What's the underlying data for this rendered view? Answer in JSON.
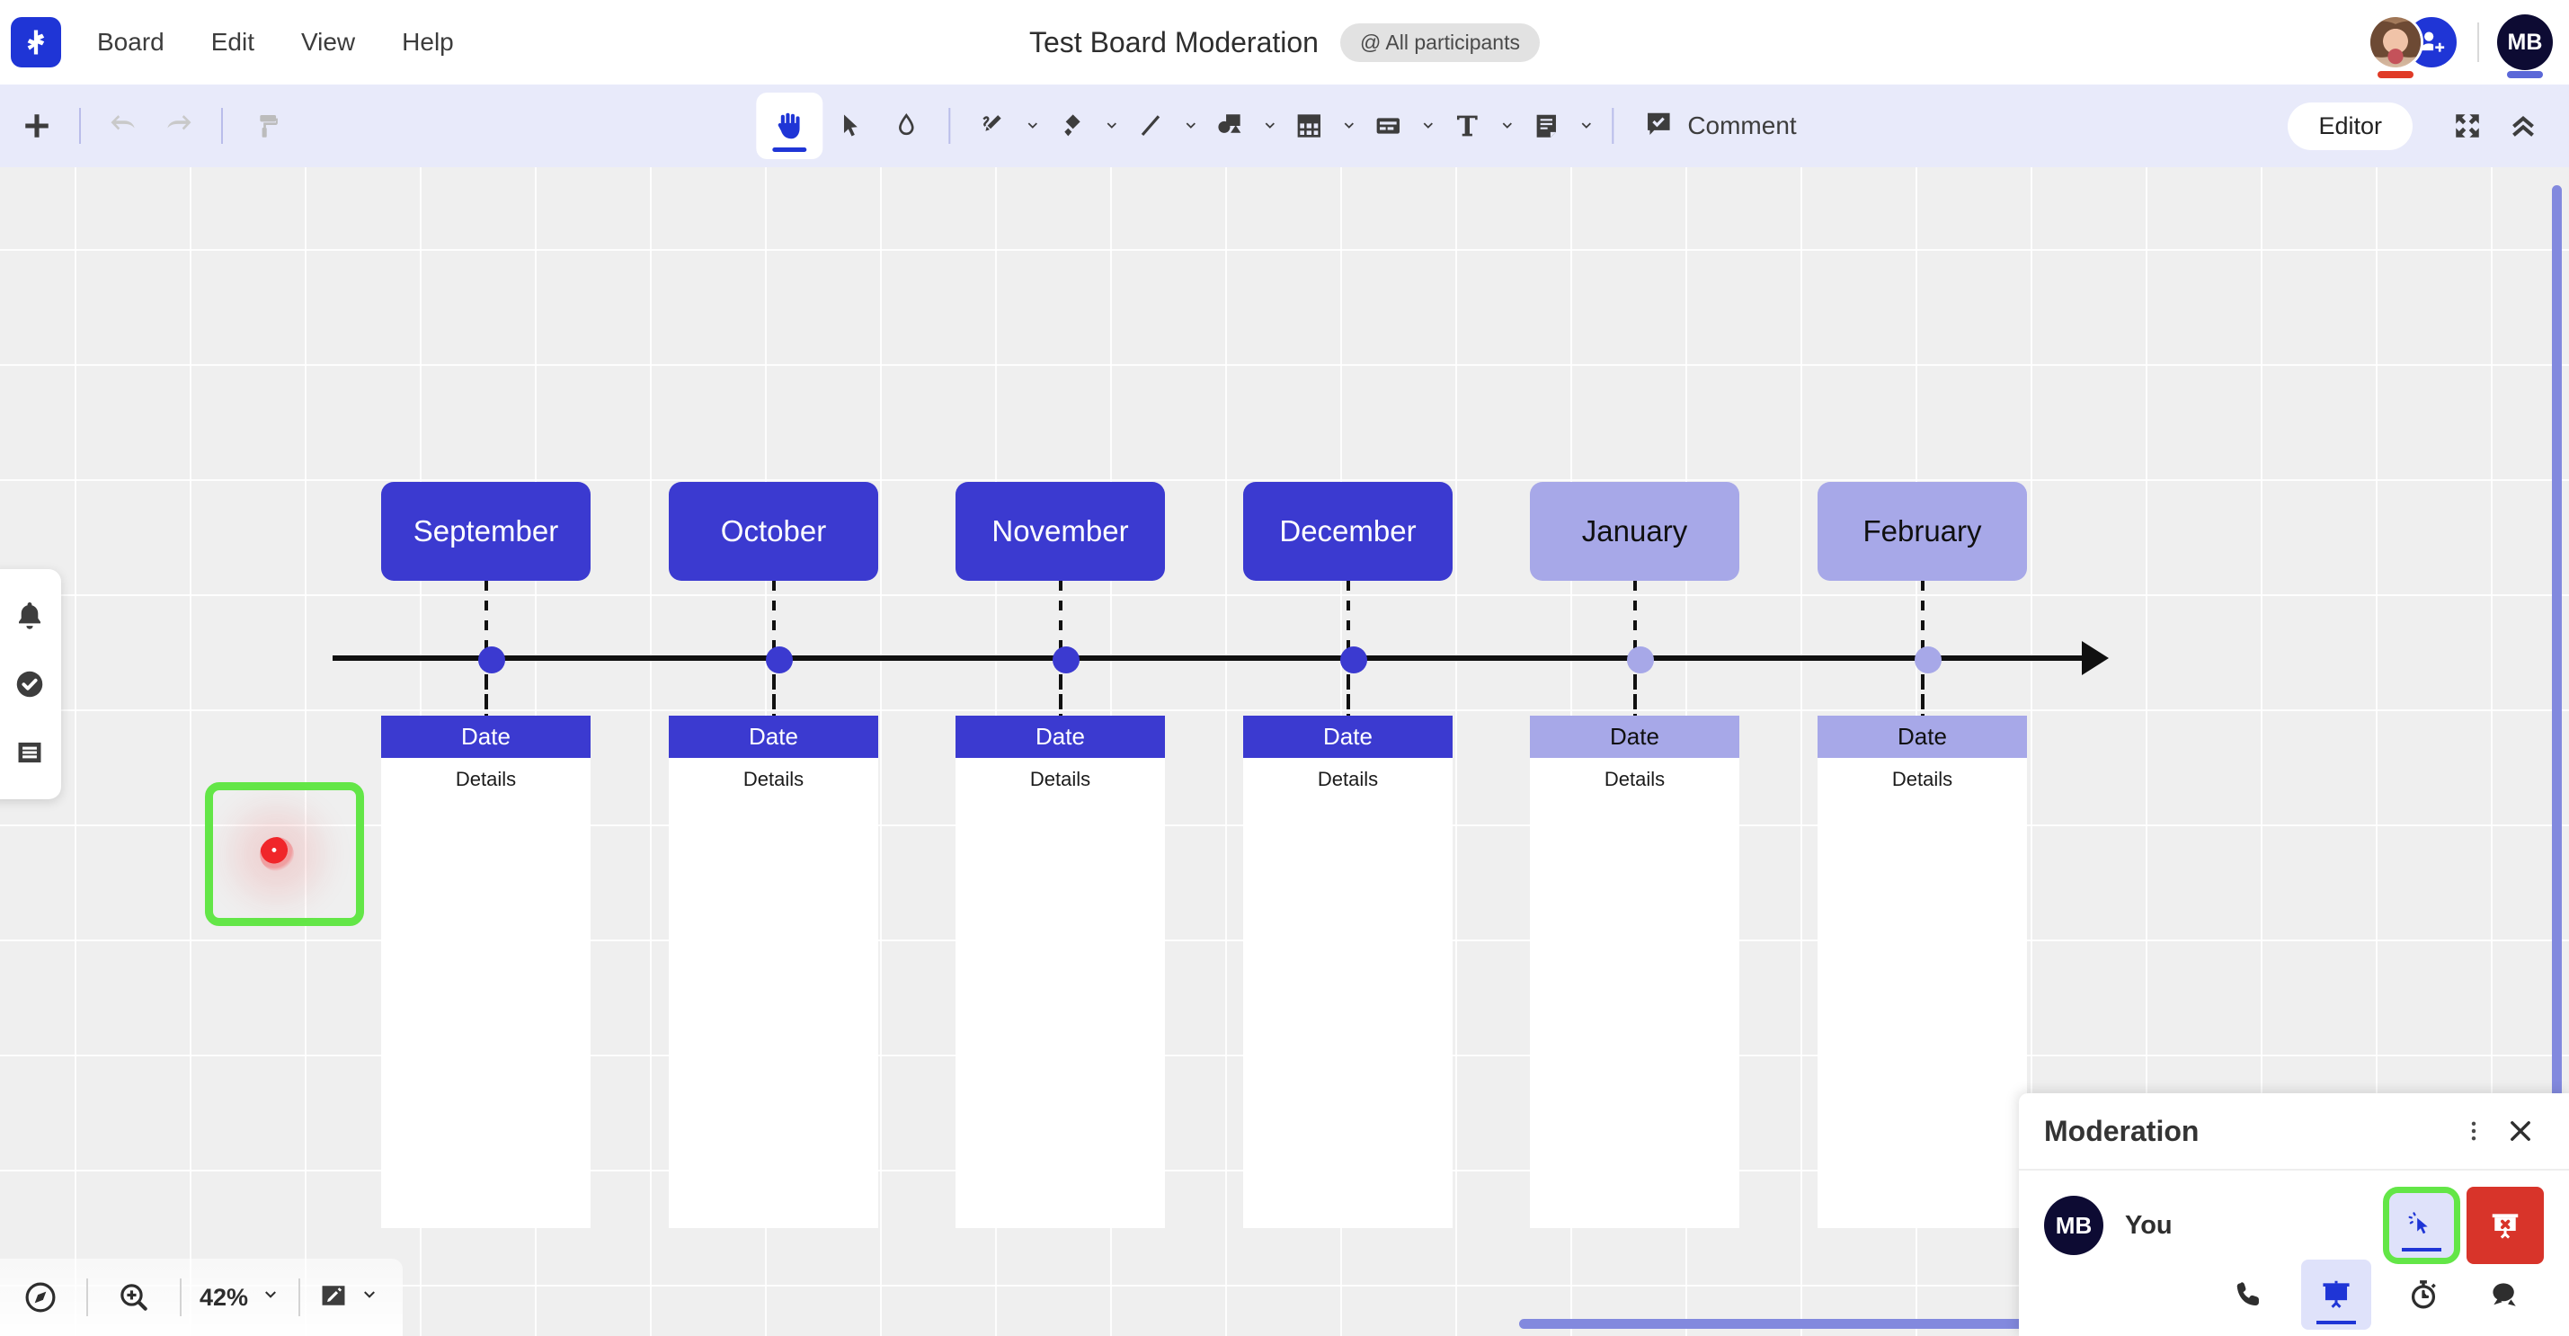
{
  "app": {
    "logo_icon": "miro-plus-logo-icon",
    "menu": [
      {
        "label": "Board"
      },
      {
        "label": "Edit"
      },
      {
        "label": "View"
      },
      {
        "label": "Help"
      }
    ],
    "board_title": "Test Board Moderation",
    "participants_chip": "@ All participants",
    "avatars": {
      "photo_name": "participant-photo-avatar",
      "photo_status_color": "#e03b27",
      "add_user_icon": "add-user-icon",
      "me_initials": "MB",
      "me_status_color": "#5b68d8"
    }
  },
  "toolbar": {
    "left_tools": [
      {
        "name": "add-item-button",
        "icon": "plus-icon"
      },
      {
        "name": "undo-button",
        "icon": "undo-arrow-icon"
      },
      {
        "name": "redo-button",
        "icon": "redo-arrow-icon"
      },
      {
        "name": "frame-paint-button",
        "icon": "paint-roller-icon"
      }
    ],
    "center_tools": [
      {
        "name": "hand-tool",
        "icon": "hand-icon",
        "active": true,
        "has_chevron": false
      },
      {
        "name": "select-tool",
        "icon": "cursor-arrow-icon",
        "active": false,
        "has_chevron": false
      },
      {
        "name": "eraser-tool",
        "icon": "eraser-icon",
        "active": false,
        "has_chevron": false
      },
      {
        "name": "pen-tool",
        "icon": "pen-squiggle-icon",
        "active": false,
        "has_chevron": true
      },
      {
        "name": "sticky-note-tool",
        "icon": "sticky-note-icon",
        "active": false,
        "has_chevron": true
      },
      {
        "name": "line-tool",
        "icon": "diagonal-line-icon",
        "active": false,
        "has_chevron": true
      },
      {
        "name": "shapes-tool",
        "icon": "shapes-icon",
        "active": false,
        "has_chevron": true
      },
      {
        "name": "table-tool",
        "icon": "table-grid-icon",
        "active": false,
        "has_chevron": true
      },
      {
        "name": "card-tool",
        "icon": "card-icon",
        "active": false,
        "has_chevron": true
      },
      {
        "name": "text-tool",
        "icon": "text-t-icon",
        "active": false,
        "has_chevron": true
      },
      {
        "name": "document-tool",
        "icon": "document-icon",
        "active": false,
        "has_chevron": true
      }
    ],
    "comment_label": "Comment",
    "comment_icon": "comment-check-icon",
    "editor_pill": "Editor",
    "expand_icon": "expand-arrows-icon",
    "collapse_icon": "double-chevron-up-icon"
  },
  "dock": [
    {
      "name": "notifications-button",
      "icon": "bell-icon"
    },
    {
      "name": "tasks-button",
      "icon": "check-circle-icon"
    },
    {
      "name": "list-button",
      "icon": "list-lines-icon"
    }
  ],
  "chart_data": {
    "type": "timeline",
    "title": "Test Board Moderation",
    "axis_label": "",
    "milestones": [
      {
        "month": "September",
        "date_label": "Date",
        "details_label": "Details",
        "color": "#3b3ad0",
        "text_color": "#ffffff"
      },
      {
        "month": "October",
        "date_label": "Date",
        "details_label": "Details",
        "color": "#3b3ad0",
        "text_color": "#ffffff"
      },
      {
        "month": "November",
        "date_label": "Date",
        "details_label": "Details",
        "color": "#3b3ad0",
        "text_color": "#ffffff"
      },
      {
        "month": "December",
        "date_label": "Date",
        "details_label": "Details",
        "color": "#3b3ad0",
        "text_color": "#ffffff"
      },
      {
        "month": "January",
        "date_label": "Date",
        "details_label": "Details",
        "color": "#a7a8e8",
        "text_color": "#101010"
      },
      {
        "month": "February",
        "date_label": "Date",
        "details_label": "Details",
        "color": "#a7a8e8",
        "text_color": "#101010"
      }
    ]
  },
  "canvas": {
    "selected_shape": {
      "name": "selected-square-shape",
      "border_color": "#63e647"
    },
    "cursor_dot_color": "#f0262a"
  },
  "zoombar": {
    "locate_icon": "compass-locate-icon",
    "zoom_icon": "magnifier-plus-icon",
    "zoom_level": "42%",
    "zoom_chevron": "chevron-down-icon",
    "draw_icon": "pencil-square-icon",
    "draw_chevron": "chevron-down-icon"
  },
  "moderation": {
    "title": "Moderation",
    "more_icon": "kebab-menu-icon",
    "close_icon": "close-x-icon",
    "participant": {
      "initials": "MB",
      "name": "You",
      "bring_to_me_icon": "pointer-click-icon",
      "stop_share_icon": "stop-presenting-icon"
    },
    "tabs": [
      {
        "name": "tab-call",
        "icon": "phone-icon",
        "active": false
      },
      {
        "name": "tab-presentation",
        "icon": "presentation-board-icon",
        "active": true
      },
      {
        "name": "tab-timer",
        "icon": "stopwatch-icon",
        "active": false
      },
      {
        "name": "tab-chat",
        "icon": "chat-bubble-icon",
        "active": false
      }
    ]
  }
}
